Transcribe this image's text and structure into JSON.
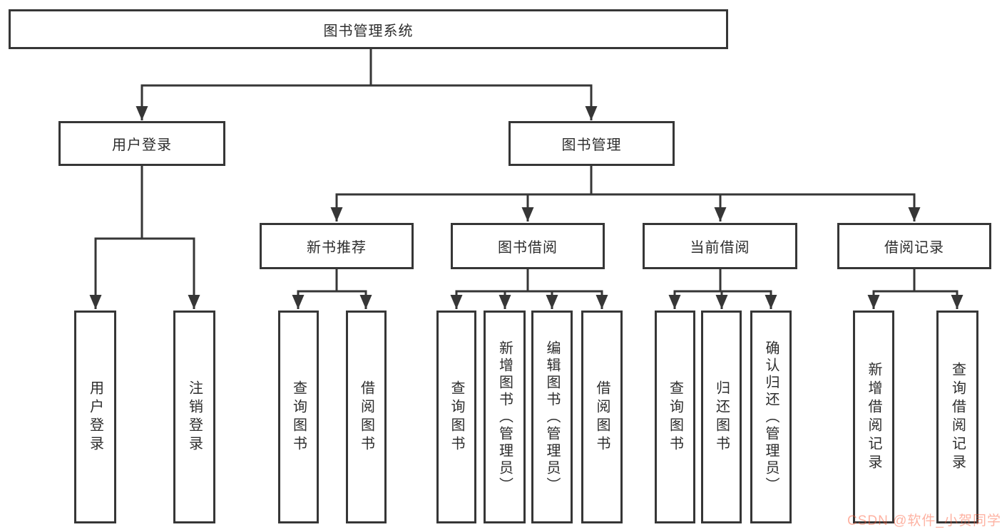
{
  "colors": {
    "line": "#363636",
    "box_border": "#363636",
    "box_fill": "#ffffff",
    "text": "#2d2d2d",
    "watermark": "#fc5531",
    "background": "#ffffff"
  },
  "watermark": "CSDN @软件_小贺同学",
  "tree": {
    "root": "图书管理系统",
    "branches": [
      {
        "label": "用户登录",
        "children": [
          "用户登录",
          "注销登录"
        ]
      },
      {
        "label": "图书管理",
        "groups": [
          {
            "label": "新书推荐",
            "children": [
              "查询图书",
              "借阅图书"
            ]
          },
          {
            "label": "图书借阅",
            "children": [
              "查询图书",
              "新增图书（管理员）",
              "编辑图书（管理员）",
              "借阅图书"
            ]
          },
          {
            "label": "当前借阅",
            "children": [
              "查询图书",
              "归还图书",
              "确认归还（管理员）"
            ]
          },
          {
            "label": "借阅记录",
            "children": [
              "新增借阅记录",
              "查询借阅记录"
            ]
          }
        ]
      }
    ]
  }
}
